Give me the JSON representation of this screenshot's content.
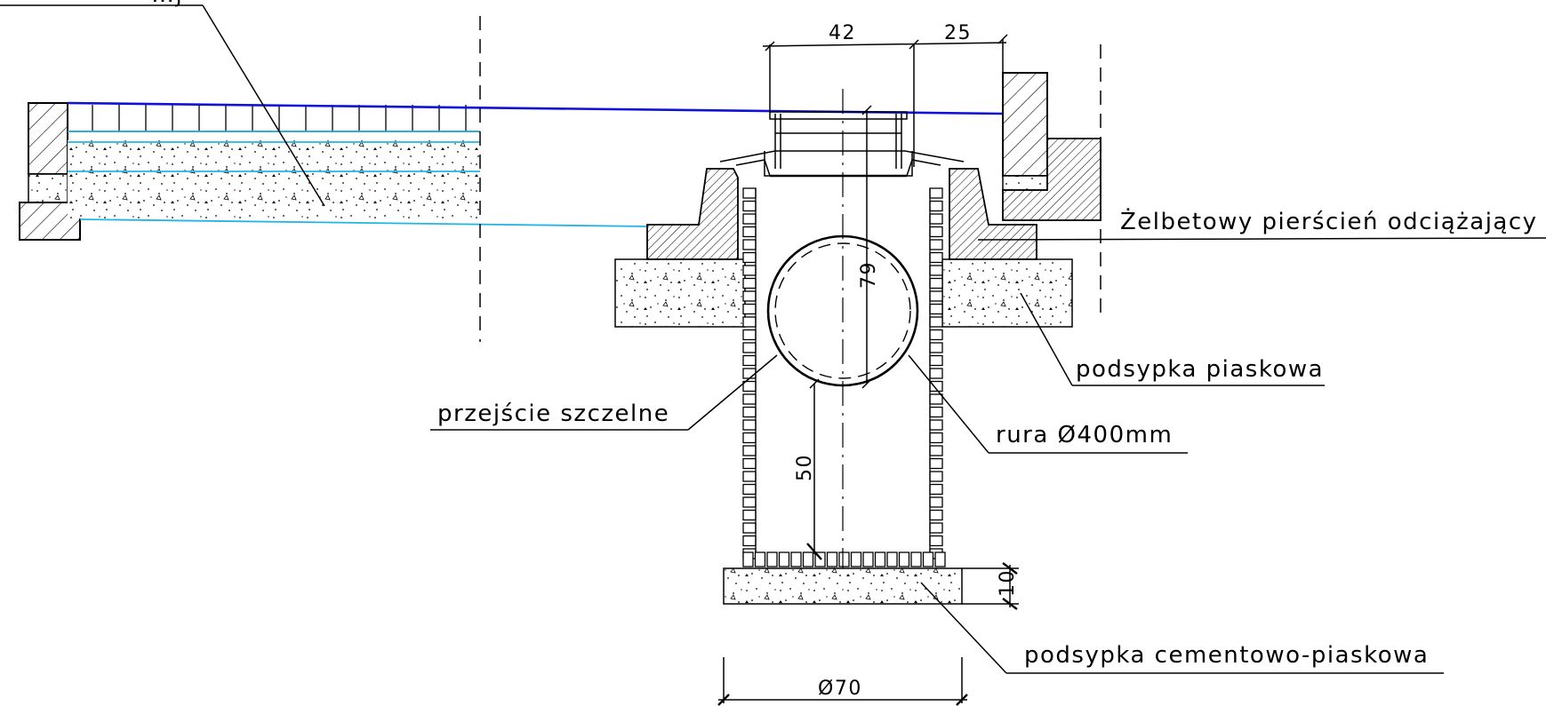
{
  "labels": {
    "ring": "Żelbetowy pierścień odciążający",
    "sand_bedding": "podsypka piaskowa",
    "seal_passage": "przejście szczelne",
    "pipe": "rura Ø400mm",
    "cement_sand_bedding": "podsypka cementowo-piaskowa",
    "top_cut": "…j"
  },
  "dimensions": {
    "top_width": "42",
    "top_offset": "25",
    "vertical_height": "79",
    "lower_height": "50",
    "base_thickness": "10",
    "base_diameter": "Ø70"
  },
  "colors": {
    "road_surface_line": "#1010d8",
    "layer_lines": "#22b4e6",
    "ink": "#000000"
  }
}
